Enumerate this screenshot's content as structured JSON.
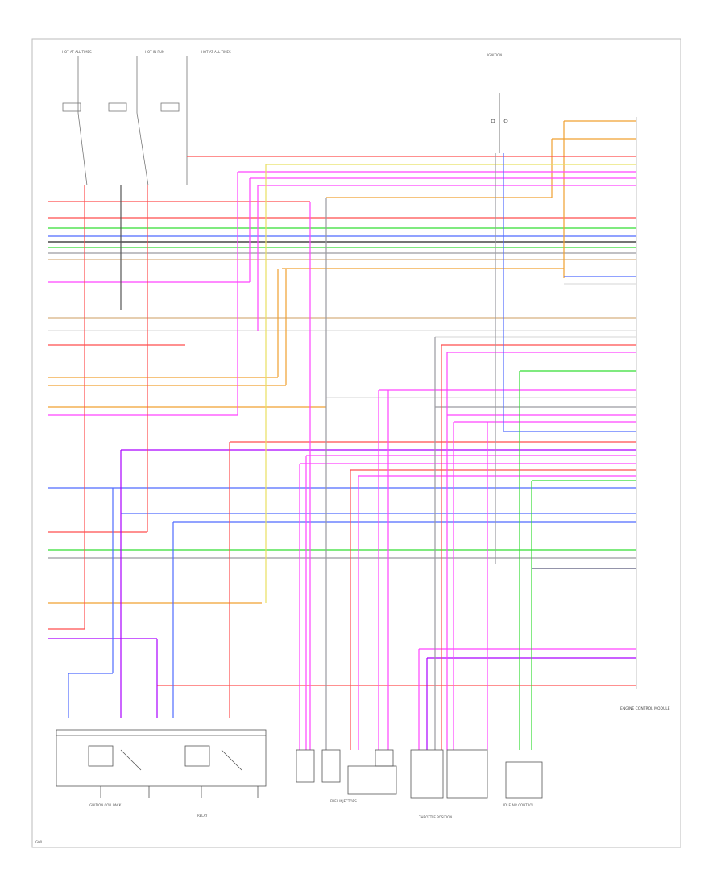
{
  "diagram": {
    "top_labels": [
      "HOT AT ALL TIMES",
      "HOT IN RUN",
      "HOT AT ALL TIMES"
    ],
    "top_right_label": "IGNITION",
    "component_labels": {
      "fuel_injectors": "FUEL INJECTORS",
      "throttle_position": "THROTTLE POSITION",
      "ecm": "ENGINE CONTROL MODULE",
      "coil_packs": "IGNITION COIL PACK",
      "relay": "RELAY",
      "idle_air": "IDLE AIR CONTROL"
    },
    "bottom_left_tag": "G00",
    "colors": {
      "red": "#ff4d4d",
      "pink": "#ff44ff",
      "orange": "#f0a030",
      "green": "#33dd33",
      "blue": "#4f6bff",
      "gray": "#9a9aa0",
      "black": "#222222",
      "tan": "#d8b080",
      "yellow": "#e8e060",
      "violet": "#aa00ff"
    }
  }
}
